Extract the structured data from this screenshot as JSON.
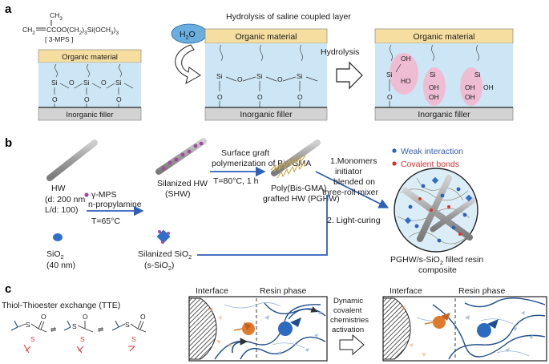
{
  "panels": {
    "a": "a",
    "b": "b",
    "c": "c"
  },
  "panel_a": {
    "mps_methyl": "CH",
    "mps_methyl_sub": "3",
    "mps_formula_1": "CH",
    "mps_formula_1_sub": "2",
    "mps_formula_2": "CCOO(CH",
    "mps_formula_2_sub": "2",
    "mps_formula_3": ")",
    "mps_formula_3_sub": "3",
    "mps_formula_4": "Si(OCH",
    "mps_formula_4_sub": "3",
    "mps_formula_5": ")",
    "mps_formula_5_sub": "3",
    "mps_label": "[ 3-MPS ]",
    "water": "H",
    "water_sub": "2",
    "water_end": "O",
    "hydrolysis_title": "Hydrolysis of saline coupled layer",
    "hydrolysis_label": "Hydrolysis",
    "organic_material": "Organic material",
    "inorganic_filler": "Inorganic filler",
    "si": "Si",
    "o": "O",
    "oh": "OH",
    "ho": "HO"
  },
  "panel_b": {
    "hw_title": "HW",
    "hw_d": "(d: 200 nm",
    "hw_ld": "L/d: 100)",
    "mps": "γ-MPS",
    "propylamine": "n-propylamine",
    "temp1": "T=65°C",
    "shw_1": "Silanized HW",
    "shw_2": "(SHW)",
    "graft_1": "Surface graft",
    "graft_2": "polymerization of Bis-GMA",
    "temp2": "T=80°C, 1 h",
    "pghw_1": "Poly(Bis-GMA)",
    "pghw_2": "grafted HW (PGHW)",
    "sio2_1": "SiO",
    "sio2_sub": "2",
    "sio2_2": "(40 nm)",
    "ssio2_1": "Silanized SiO",
    "ssio2_sub": "2",
    "ssio2_2": "(s-SiO",
    "ssio2_2_sub": "2",
    "ssio2_2_end": ")",
    "step1_1": "1.Monomers",
    "step1_2": "initiator",
    "step1_3": "blended on",
    "step1_4": "three-roll mixer",
    "step2": "2. Light-curing",
    "weak": "Weak interaction",
    "covalent": "Covalent bonds",
    "composite_1": "PGHW/s-SiO",
    "composite_1_sub": "2",
    "composite_1_end": " filled resin",
    "composite_2": "composite",
    "colors": {
      "weak": "#2f5fb8",
      "covalent": "#e0302a",
      "arrow": "#2f5fb8"
    }
  },
  "panel_c": {
    "tte": "Thiol-Thioester exchange (TTE)",
    "s": "S",
    "o": "O",
    "interface": "Interface",
    "resin_phase": "Resin phase",
    "dynamic_1": "Dynamic",
    "dynamic_2": "covalent",
    "dynamic_3": "chemistries",
    "dynamic_4": "activation",
    "colors": {
      "navy": "#1f4e8c",
      "orange": "#e07a2c",
      "red": "#d63a3a"
    }
  },
  "colors": {
    "organic": "#f5dea0",
    "resin": "#cde6f5",
    "inorganic": "#d3d3d3",
    "water": "#6aaee0",
    "hydroxyl": "#f2b8cf"
  }
}
